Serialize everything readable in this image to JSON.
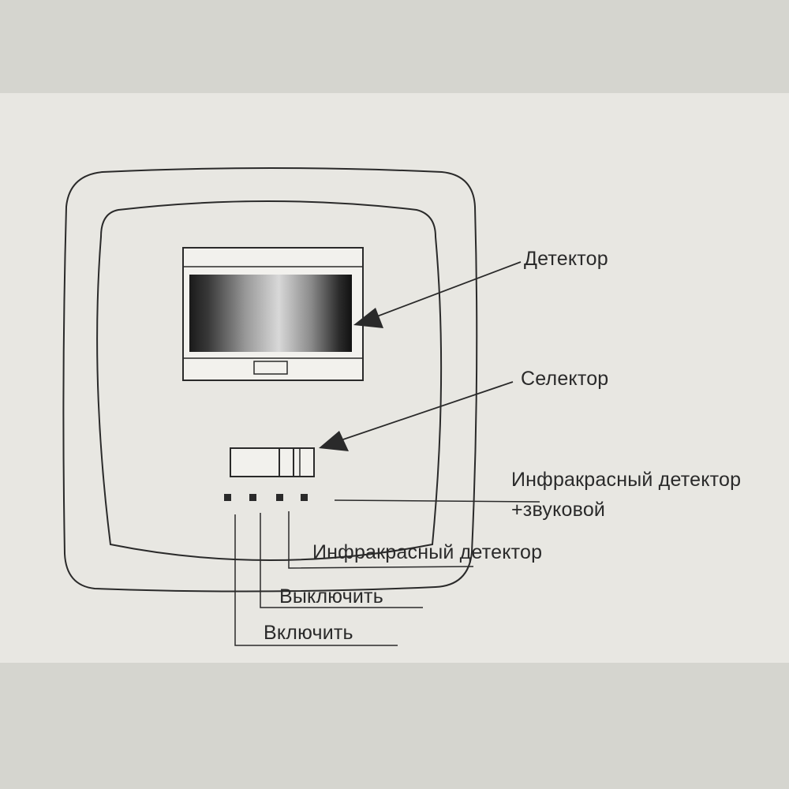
{
  "labels": {
    "detector": "Детектор",
    "selector": "Селектор",
    "ir_sound_line1": "Инфракрасный детектор",
    "ir_sound_line2": "+звуковой",
    "ir_only": "Инфракрасный детектор",
    "off": "Выключить",
    "on": "Включить"
  },
  "colors": {
    "paper": "#e8e7e2",
    "background": "#d5d5cf",
    "ink": "#2a2a2a"
  }
}
